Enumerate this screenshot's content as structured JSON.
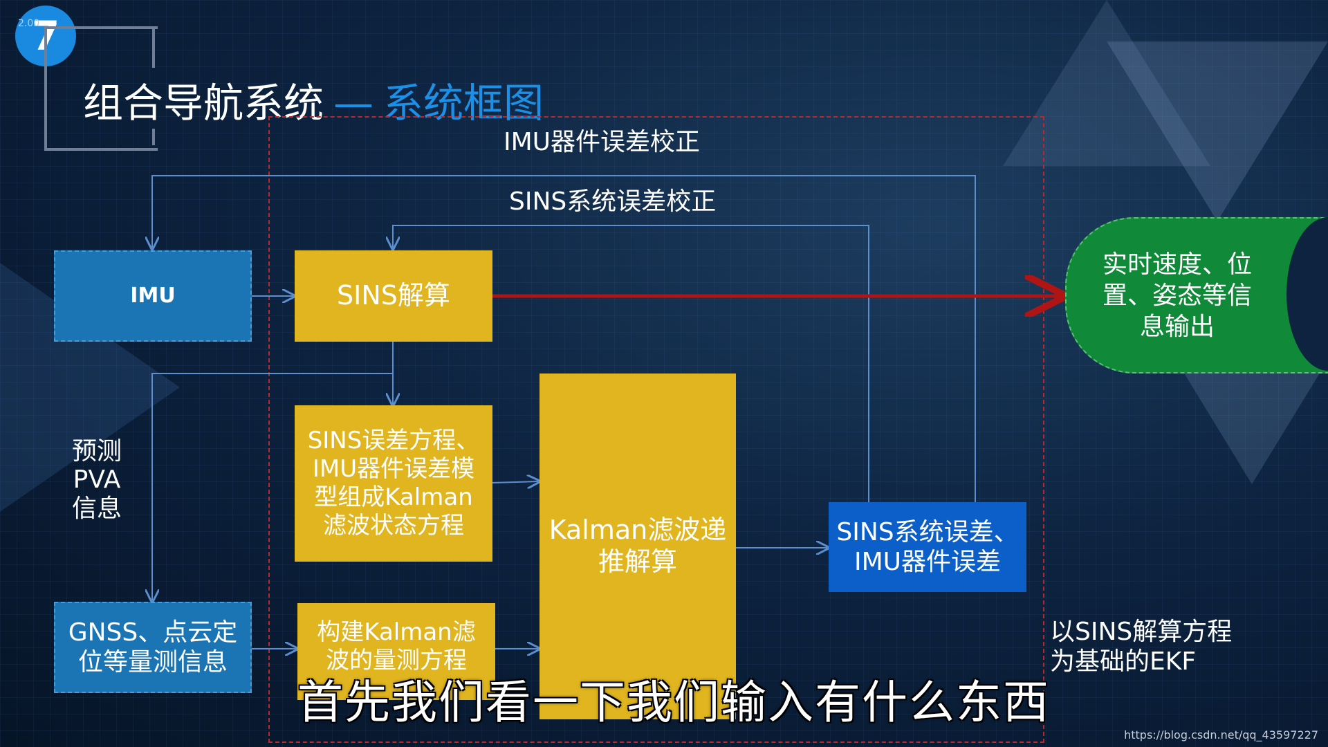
{
  "slide": {
    "number": "7",
    "small_badge": "2.00",
    "title_main": "组合导航系统",
    "title_dash": "—",
    "title_sub": "系统框图"
  },
  "labels": {
    "imu_correction": "IMU器件误差校正",
    "sins_correction": "SINS系统误差校正",
    "predict_pva": "预测\nPVA\n信息",
    "ekf_note": "以SINS解算方程\n为基础的EKF"
  },
  "boxes": {
    "imu": "IMU",
    "sins_solve": "SINS解算",
    "state_eq": "SINS误差方程、\nIMU器件误差模\n型组成Kalman\n滤波状态方程",
    "measure_eq": "构建Kalman滤\n波的量测方程",
    "kalman": "Kalman滤波递\n推解算",
    "sins_errors": "SINS系统误差、\nIMU器件误差",
    "gnss": "GNSS、点云定\n位等量测信息",
    "output": "实时速度、位\n置、姿态等信\n息输出"
  },
  "caption": "首先我们看一下我们输入有什么东西",
  "watermark": "https://blog.csdn.net/qq_43597227",
  "colors": {
    "yellow": "#e0b51f",
    "blue": "#1b74b4",
    "blue_strong": "#0c5ec8",
    "green": "#108a38",
    "red_arrow": "#b01515",
    "line": "#5c8fd0"
  }
}
